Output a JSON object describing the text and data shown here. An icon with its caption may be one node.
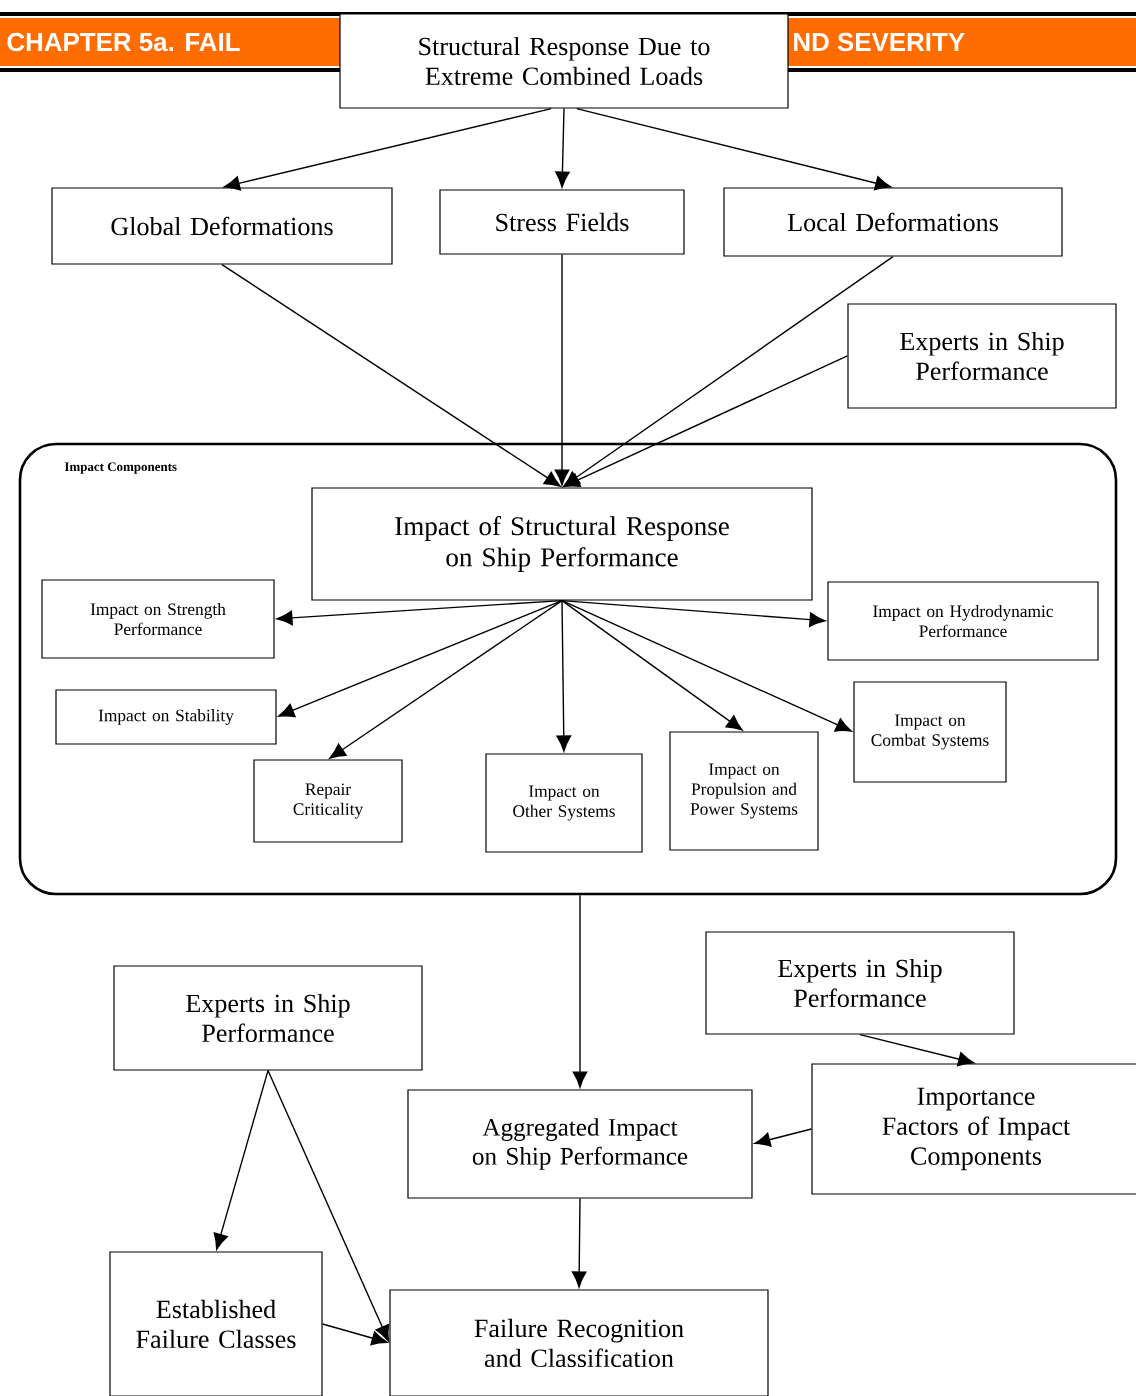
{
  "diagram": {
    "nodes": [
      {
        "text": [
          "Structural Response Due to Extreme Combined Loads"
        ]
      },
      {
        "text": [
          "Global Deformations"
        ]
      },
      {
        "text": [
          "Stress Fields"
        ]
      },
      {
        "text": [
          "Local Deformations"
        ]
      },
      {
        "text": [
          "Experts in Ship Performance"
        ]
      },
      {
        "text": [
          "Impact Components"
        ]
      },
      {
        "text": [
          "Impact of Structural Response on Ship Performance"
        ],
        "in": 5
      },
      {
        "text": [
          "Impact on Strength Performance"
        ],
        "in": 5
      },
      {
        "text": [
          "Impact on Hydrodynamic Performance"
        ],
        "in": 5
      },
      {
        "text": [
          "Impact on Stability"
        ],
        "in": 5
      },
      {
        "text": [
          "Repair Criticality"
        ],
        "in": 5
      },
      {
        "text": [
          "Impact on Other Systems"
        ],
        "in": 5
      },
      {
        "text": [
          "Impact on Propulsion and Power Systems"
        ],
        "in": 5
      },
      {
        "text": [
          "Impact on Combat Systems"
        ],
        "in": 5
      },
      {
        "text": [
          "Experts in Ship Performance"
        ]
      },
      {
        "text": [
          "Experts in Ship Performance"
        ]
      },
      {
        "text": [
          "Aggregated Impact on Ship Performance"
        ]
      },
      {
        "text": [
          "Importance Factors of Impact Components"
        ]
      },
      {
        "text": [
          "Established Failure Classes"
        ]
      },
      {
        "text": [
          "Failure Recognition and Classification"
        ]
      }
    ],
    "edges": [
      {
        "from": 0,
        "to": 1,
        "arrow": "to"
      },
      {
        "from": 0,
        "to": 2,
        "arrow": "to"
      },
      {
        "from": 0,
        "to": 3,
        "arrow": "to"
      },
      {
        "from": 1,
        "to": 6,
        "arrow": "to"
      },
      {
        "from": 2,
        "to": 6,
        "arrow": "to"
      },
      {
        "from": 3,
        "to": 6,
        "arrow": "to"
      },
      {
        "from": 4,
        "to": 6,
        "arrow": "to"
      },
      {
        "from": 6,
        "to": 7,
        "arrow": "to"
      },
      {
        "from": 6,
        "to": 8,
        "arrow": "to"
      },
      {
        "from": 6,
        "to": 9,
        "arrow": "to"
      },
      {
        "from": 6,
        "to": 10,
        "arrow": "to"
      },
      {
        "from": 6,
        "to": 11,
        "arrow": "to"
      },
      {
        "from": 6,
        "to": 12,
        "arrow": "to"
      },
      {
        "from": 6,
        "to": 13,
        "arrow": "to"
      },
      {
        "from": 5,
        "to": 16,
        "arrow": "to"
      },
      {
        "from": 14,
        "to": 17,
        "arrow": "to"
      },
      {
        "from": 17,
        "to": 16,
        "arrow": "to"
      },
      {
        "from": 16,
        "to": 19,
        "arrow": "to"
      },
      {
        "from": 15,
        "to": 18,
        "arrow": "to"
      },
      {
        "from": 15,
        "to": 19,
        "arrow": "to"
      },
      {
        "from": 18,
        "to": 19,
        "arrow": "to"
      }
    ],
    "labels": [
      "CHAPTER 5a. FAIL",
      "ND SEVERITY"
    ]
  }
}
